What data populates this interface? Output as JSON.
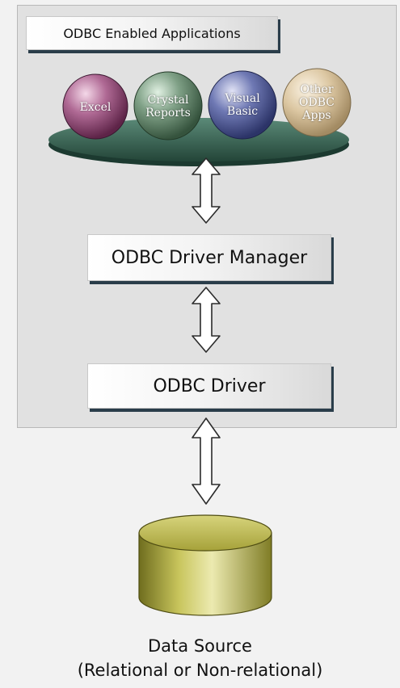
{
  "header": {
    "title": "ODBC Enabled Applications"
  },
  "apps": [
    {
      "lines": [
        "Excel"
      ]
    },
    {
      "lines": [
        "Crystal",
        "Reports"
      ]
    },
    {
      "lines": [
        "Visual",
        "Basic"
      ]
    },
    {
      "lines": [
        "Other",
        "ODBC",
        "Apps"
      ]
    }
  ],
  "layers": {
    "manager": "ODBC Driver Manager",
    "driver": "ODBC Driver"
  },
  "datasource": {
    "line1": "Data Source",
    "line2": "(Relational or Non-relational)"
  },
  "colors": {
    "excel_sphere": "#9b4a78",
    "crystal_sphere": "#6e8f75",
    "visual_sphere": "#5a66a3",
    "other_sphere": "#d8c39e",
    "platter": "#3d6a5c",
    "cylinder": "#aaa63d",
    "outer_box": "#e1e1e1",
    "box_shadow": "#2a3d4a"
  }
}
